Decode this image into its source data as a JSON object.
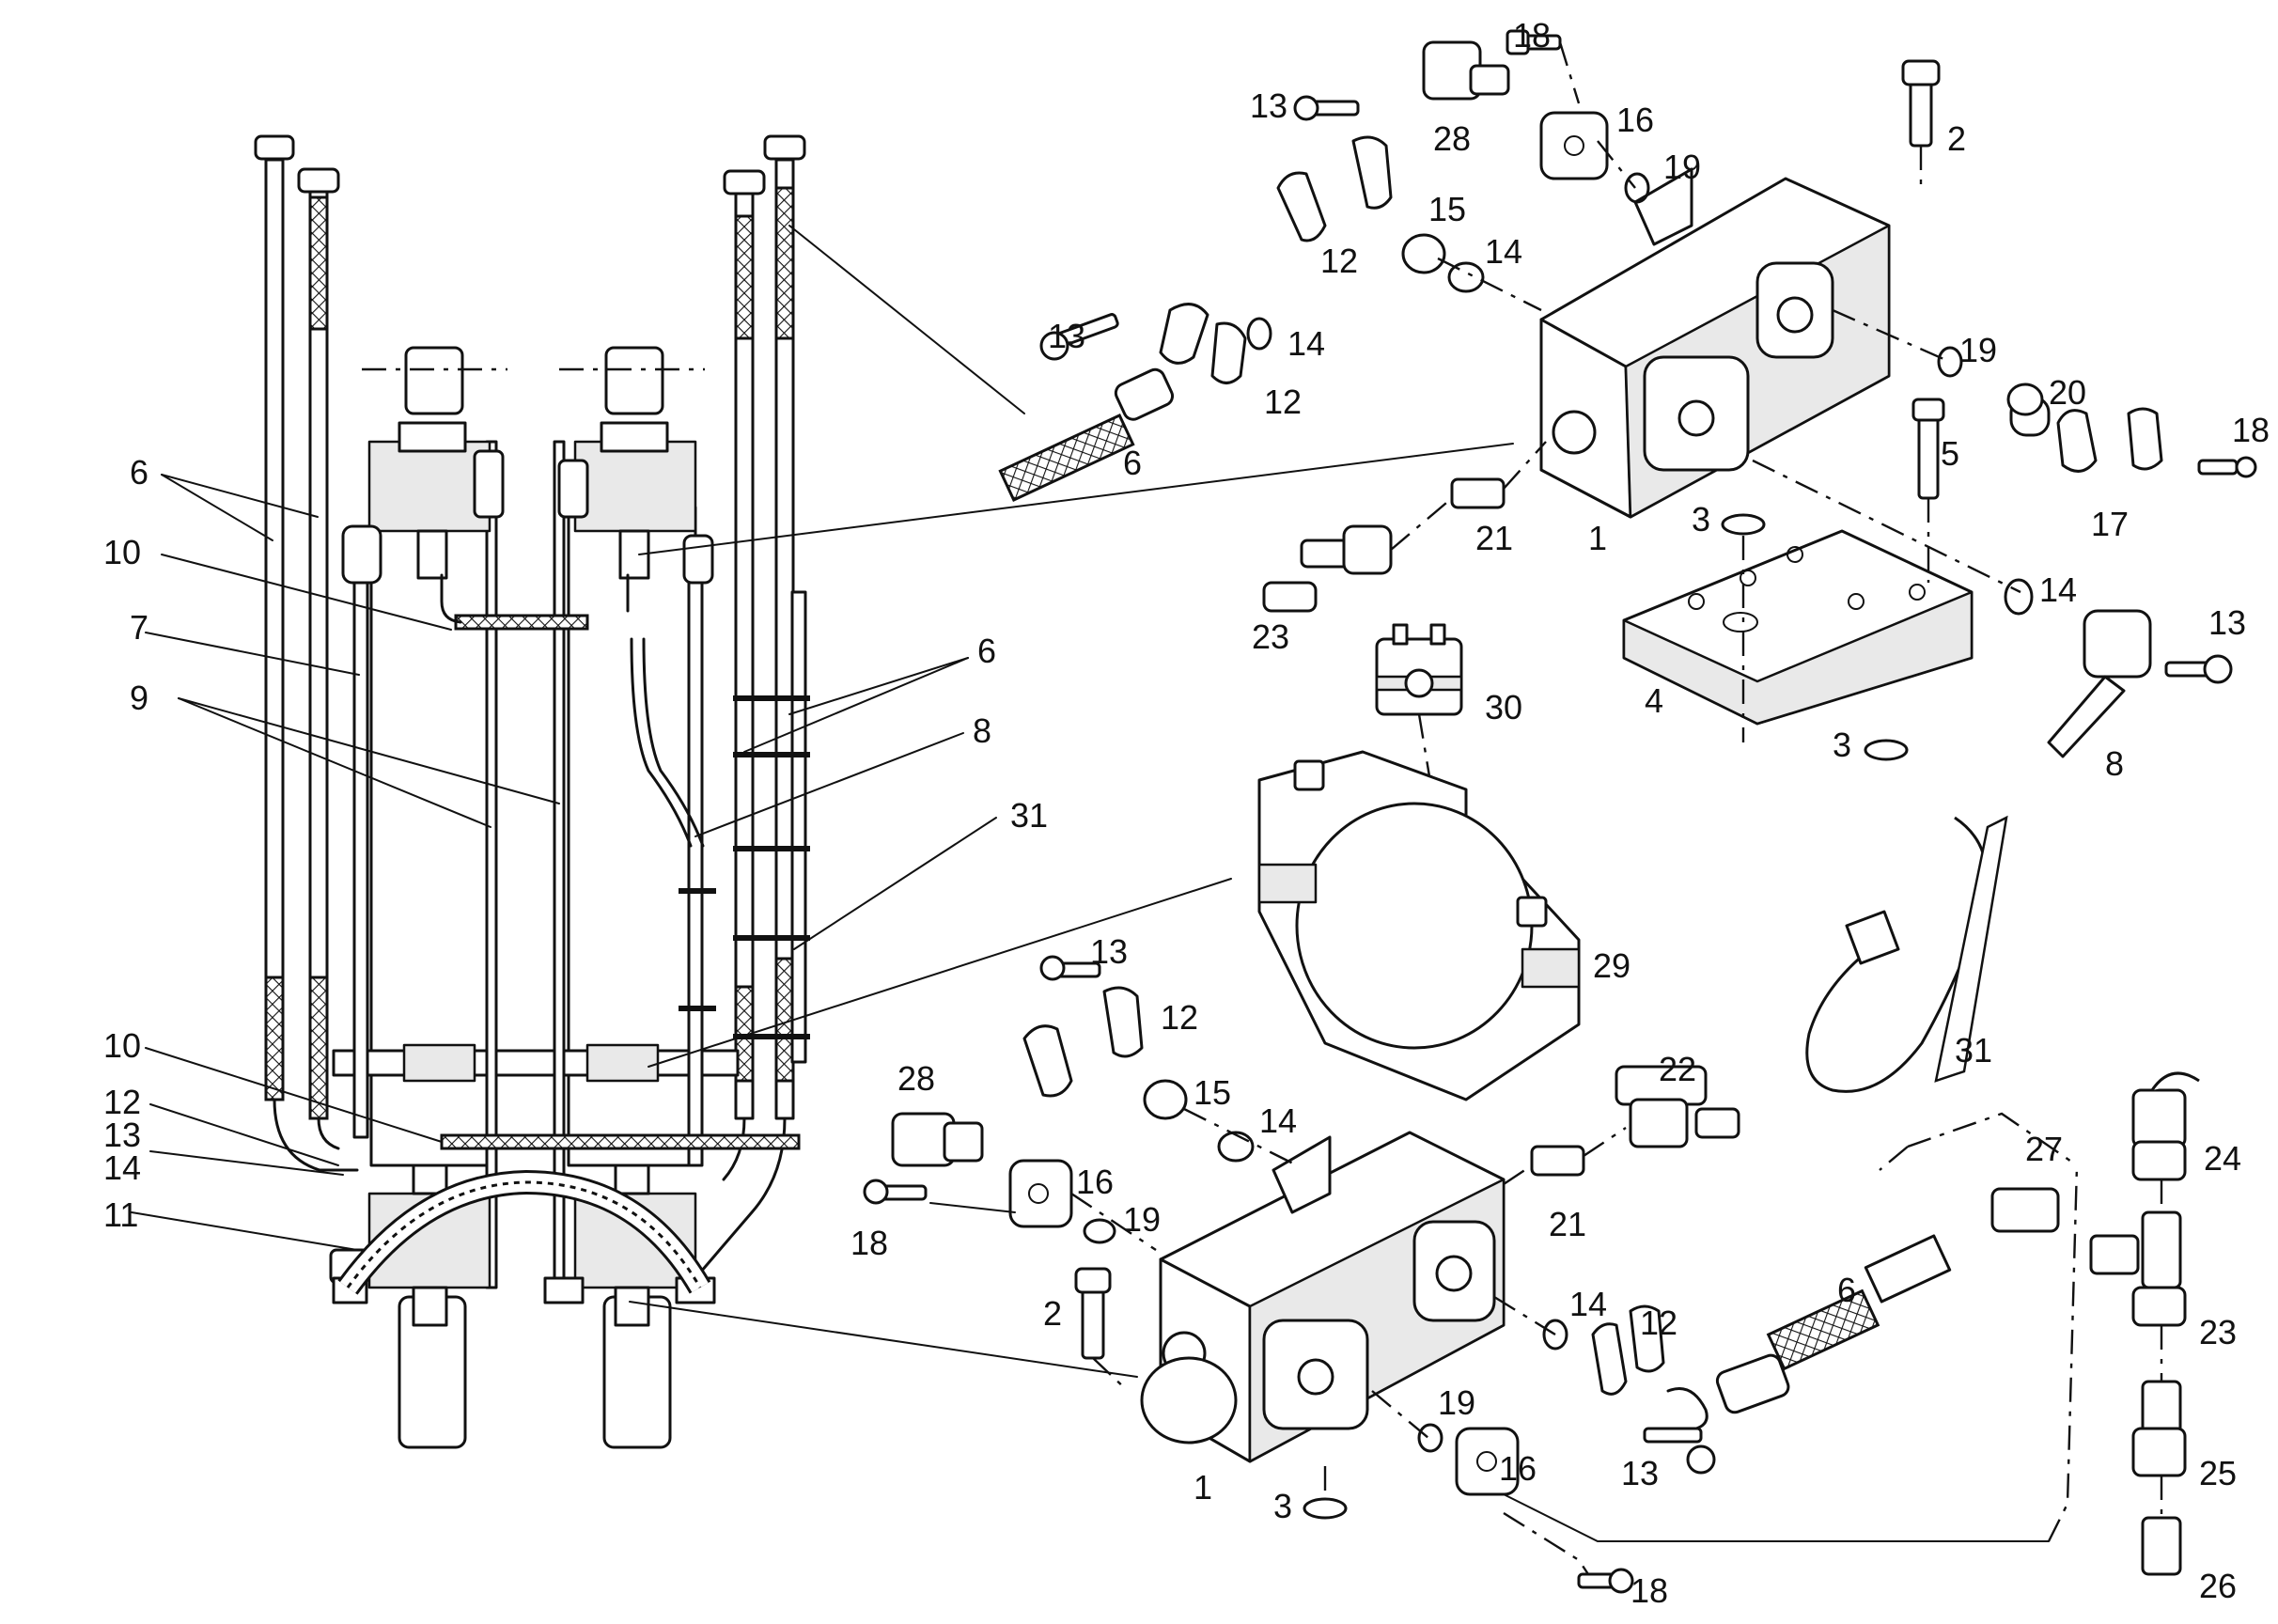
{
  "diagram": {
    "part_numbers": [
      "1",
      "2",
      "3",
      "4",
      "5",
      "6",
      "7",
      "8",
      "9",
      "10",
      "11",
      "12",
      "13",
      "14",
      "15",
      "16",
      "17",
      "18",
      "19",
      "20",
      "21",
      "22",
      "23",
      "24",
      "25",
      "26",
      "27",
      "28",
      "29",
      "30",
      "31"
    ]
  }
}
